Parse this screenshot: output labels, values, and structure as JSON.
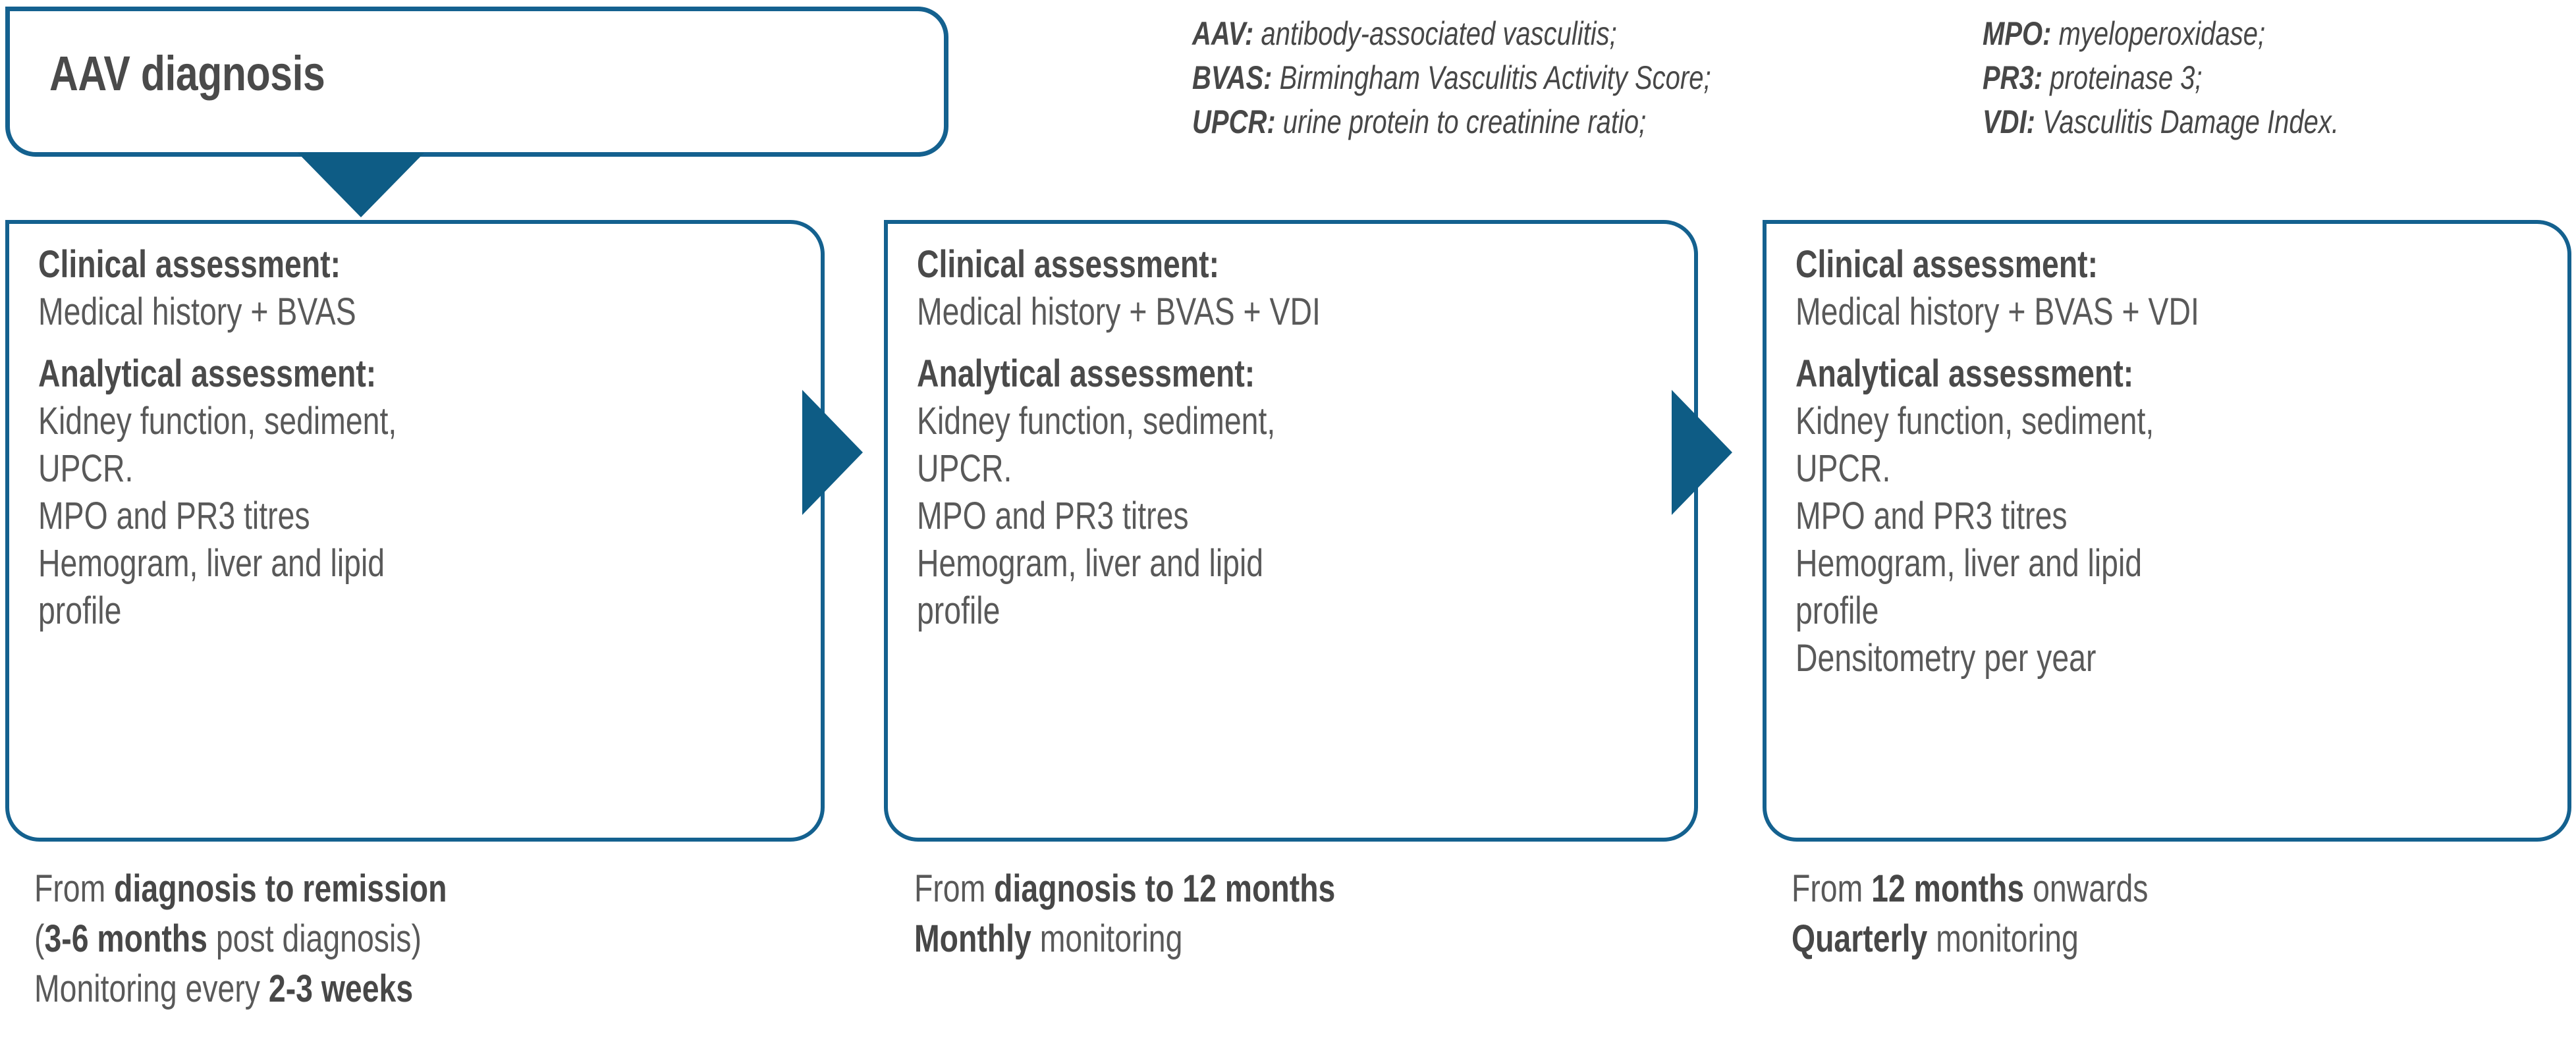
{
  "header": {
    "title": "AAV diagnosis",
    "arrow_icon": "down-triangle-arrow"
  },
  "legend": {
    "left_column": [
      {
        "abbr": "AAV:",
        "definition": "antibody-associated vasculitis;"
      },
      {
        "abbr": "BVAS:",
        "definition": "Birmingham Vasculitis Activity Score;"
      },
      {
        "abbr": "UPCR:",
        "definition": "urine protein to creatinine ratio;"
      }
    ],
    "right_column": [
      {
        "abbr": "MPO:",
        "definition": "myeloperoxidase;"
      },
      {
        "abbr": "PR3:",
        "definition": "proteinase 3;"
      },
      {
        "abbr": "VDI:",
        "definition": "Vasculitis Damage Index."
      }
    ]
  },
  "panels": [
    {
      "clinical_heading": "Clinical assessment:",
      "clinical_lines": [
        "Medical history + BVAS"
      ],
      "analytical_heading": "Analytical assessment:",
      "analytical_lines": [
        "Kidney function, sediment,",
        "UPCR.",
        "MPO and PR3 titres",
        "Hemogram, liver and lipid",
        "profile"
      ]
    },
    {
      "clinical_heading": "Clinical assessment:",
      "clinical_lines": [
        "Medical history + BVAS + VDI"
      ],
      "analytical_heading": "Analytical assessment:",
      "analytical_lines": [
        "Kidney function, sediment,",
        "UPCR.",
        "MPO and PR3 titres",
        "Hemogram, liver and lipid",
        "profile"
      ]
    },
    {
      "clinical_heading": "Clinical assessment:",
      "clinical_lines": [
        "Medical history + BVAS + VDI"
      ],
      "analytical_heading": "Analytical assessment:",
      "analytical_lines": [
        "Kidney function, sediment,",
        "UPCR.",
        "MPO and PR3 titres",
        "Hemogram, liver and lipid",
        "profile",
        "Densitometry per year"
      ]
    }
  ],
  "captions": [
    {
      "lines": [
        [
          {
            "t": "From ",
            "b": false
          },
          {
            "t": "diagnosis to remission",
            "b": true
          }
        ],
        [
          {
            "t": "(",
            "b": false
          },
          {
            "t": "3-6 months",
            "b": true
          },
          {
            "t": " post diagnosis)",
            "b": false
          }
        ],
        [
          {
            "t": "Monitoring every ",
            "b": false
          },
          {
            "t": "2-3 weeks",
            "b": true
          }
        ]
      ]
    },
    {
      "lines": [
        [
          {
            "t": "From ",
            "b": false
          },
          {
            "t": "diagnosis to 12 months",
            "b": true
          }
        ],
        [
          {
            "t": "Monthly",
            "b": true
          },
          {
            "t": " monitoring",
            "b": false
          }
        ]
      ]
    },
    {
      "lines": [
        [
          {
            "t": "From ",
            "b": false
          },
          {
            "t": "12 months",
            "b": true
          },
          {
            "t": " onwards",
            "b": false
          }
        ],
        [
          {
            "t": "Quarterly",
            "b": true
          },
          {
            "t": " monitoring",
            "b": false
          }
        ]
      ]
    }
  ],
  "connectors": [
    {
      "icon": "right-triangle-arrow"
    },
    {
      "icon": "right-triangle-arrow"
    }
  ],
  "colors": {
    "border": "#14618f",
    "arrow_fill": "#0e5c85",
    "heading_text": "#4a4a4a",
    "body_text": "#595959",
    "background": "#ffffff"
  }
}
